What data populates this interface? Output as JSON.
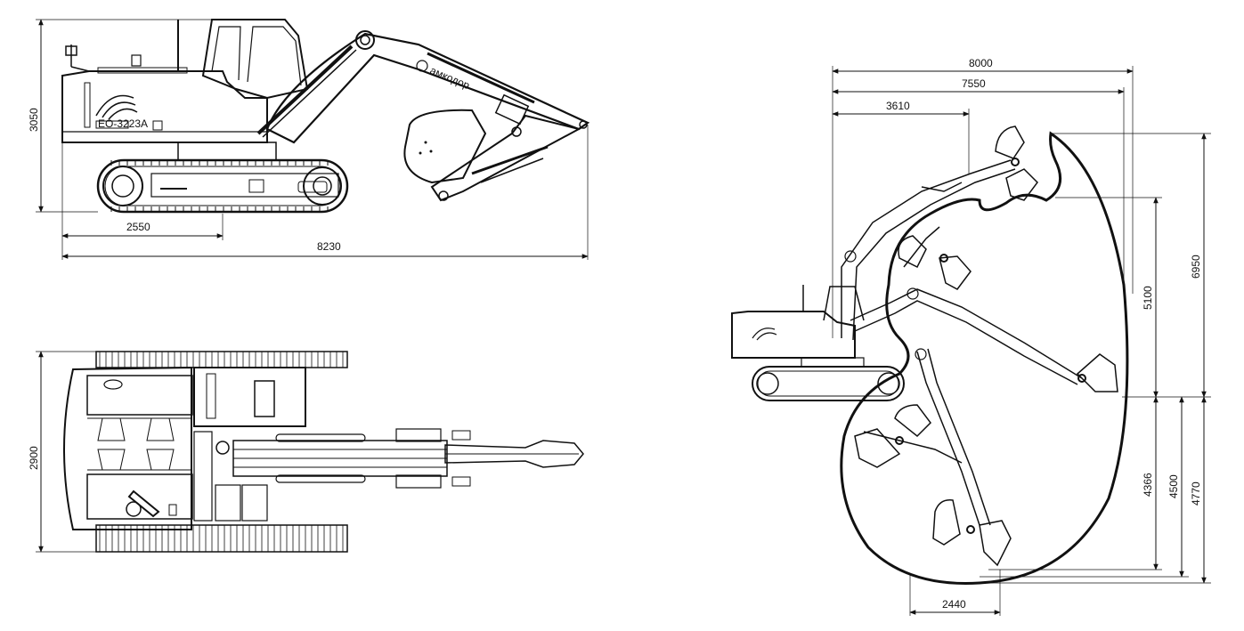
{
  "side_view": {
    "height_label": "3050",
    "tail_swing_label": "2550",
    "overall_length_label": "8230",
    "model_plate_label": "ЕО-3223А",
    "boom_logo_label": "амкодор"
  },
  "top_view": {
    "width_label": "2900"
  },
  "working_range": {
    "reach_8000_label": "8000",
    "reach_7550_label": "7550",
    "reach_3610_label": "3610",
    "height_6950_label": "6950",
    "height_5100_label": "5100",
    "depth_4366_label": "4366",
    "depth_4500_label": "4500",
    "depth_4770_label": "4770",
    "bottom_width_label": "2440"
  }
}
